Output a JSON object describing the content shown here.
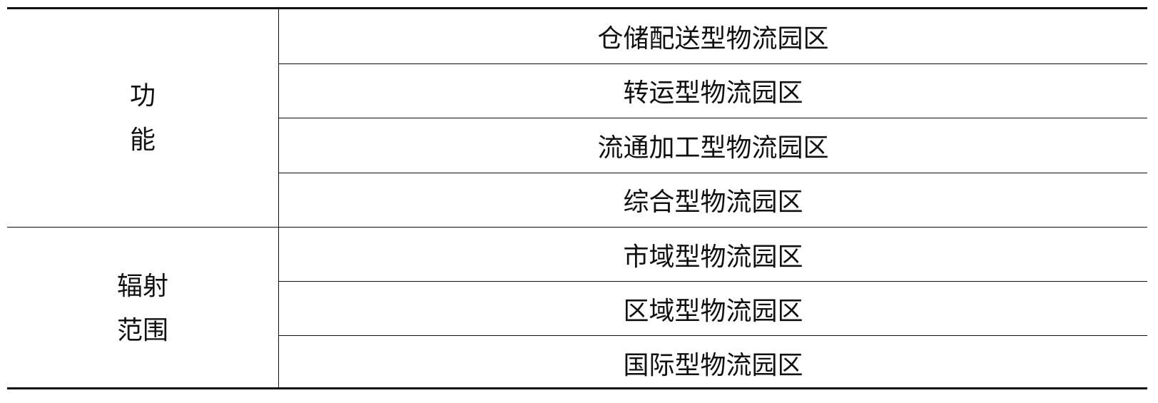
{
  "table": {
    "groups": [
      {
        "category": "功\n能",
        "items": [
          "仓储配送型物流园区",
          "转运型物流园区",
          "流通加工型物流园区",
          "综合型物流园区"
        ]
      },
      {
        "category": "辐射\n范围",
        "items": [
          "市域型物流园区",
          "区域型物流园区",
          "国际型物流园区"
        ]
      }
    ]
  }
}
